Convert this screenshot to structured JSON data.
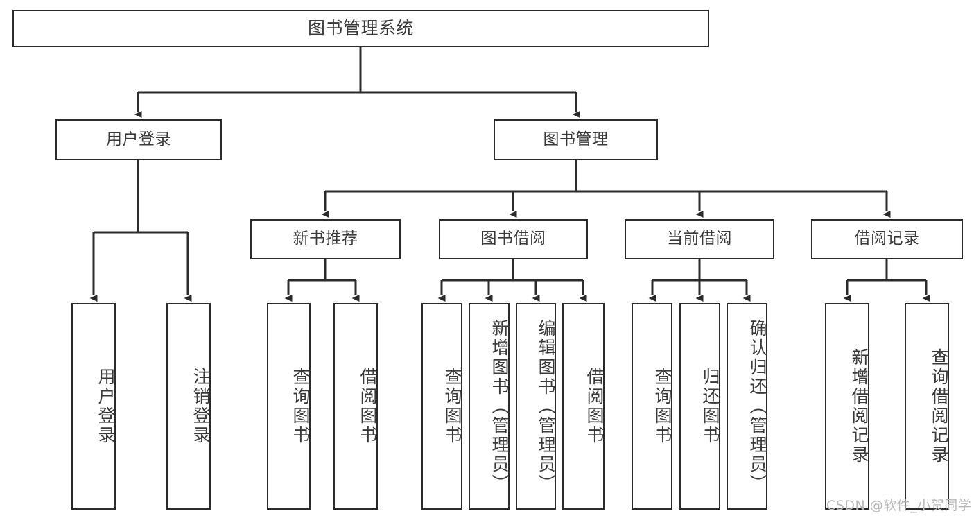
{
  "diagram": {
    "type": "tree",
    "title": "图书管理系统",
    "orientation": "top-down",
    "colors": {
      "stroke": "#2b2b2b",
      "text": "#3a3a3a",
      "background": "#ffffff",
      "watermark": "#b9b9b9"
    },
    "root": {
      "label": "图书管理系统"
    },
    "level2": [
      {
        "label": "用户登录"
      },
      {
        "label": "图书管理"
      }
    ],
    "level3": [
      {
        "label": "新书推荐"
      },
      {
        "label": "图书借阅"
      },
      {
        "label": "当前借阅"
      },
      {
        "label": "借阅记录"
      }
    ],
    "leaves": {
      "user_login": [
        {
          "label": "用户登录"
        },
        {
          "label": "注销登录"
        }
      ],
      "new_book_recommend": [
        {
          "label": "查询图书"
        },
        {
          "label": "借阅图书"
        }
      ],
      "book_borrow": [
        {
          "label": "查询图书"
        },
        {
          "label": "新增图书（管理员）"
        },
        {
          "label": "编辑图书（管理员）"
        },
        {
          "label": "借阅图书"
        }
      ],
      "current_borrow": [
        {
          "label": "查询图书"
        },
        {
          "label": "归还图书"
        },
        {
          "label": "确认归还（管理员）"
        }
      ],
      "borrow_record": [
        {
          "label": "新增借阅记录"
        },
        {
          "label": "查询借阅记录"
        }
      ]
    }
  },
  "watermark": {
    "text": "CSDN @软件_小贺同学"
  }
}
